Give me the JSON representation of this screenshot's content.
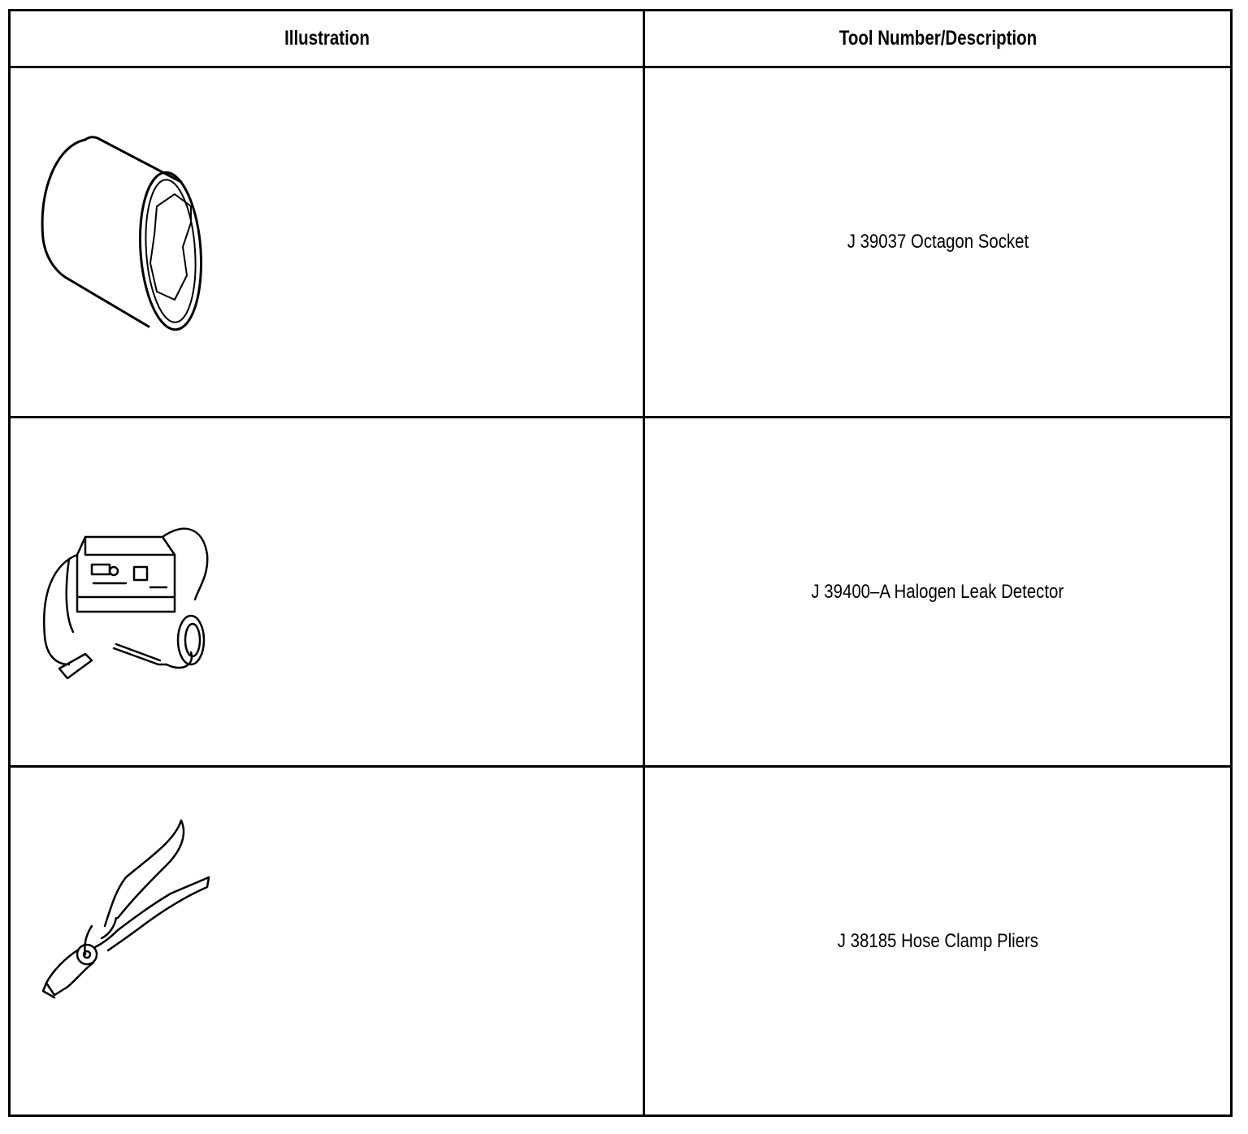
{
  "table": {
    "headers": {
      "illustration": "Illustration",
      "description": "Tool Number/Description"
    },
    "rows": [
      {
        "illustration": "octagon-socket-icon",
        "description": "J 39037 Octagon Socket"
      },
      {
        "illustration": "halogen-leak-detector-icon",
        "description": "J 39400–A Halogen Leak Detector"
      },
      {
        "illustration": "hose-clamp-pliers-icon",
        "description": "J 38185 Hose Clamp Pliers"
      }
    ]
  }
}
